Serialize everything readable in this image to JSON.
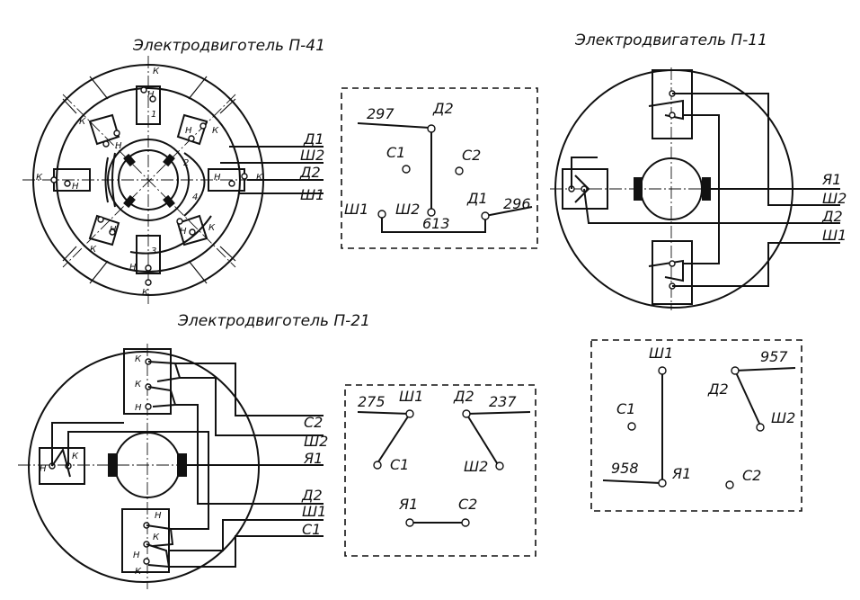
{
  "titles": {
    "p41": "Электродвиготель П-41",
    "p11": "Электродвигатель П-11",
    "p21": "Электродвиготель П-21"
  },
  "p41": {
    "leads": [
      "Д1",
      "Ш2",
      "Д2",
      "Ш1"
    ],
    "coil_marks": [
      "К",
      "Н",
      "1",
      "2",
      "3",
      "4",
      "К",
      "Н",
      "К",
      "Н",
      "К",
      "Н",
      "Н",
      "К",
      "К",
      "Н",
      "Н",
      "К",
      "К",
      "Н"
    ]
  },
  "p11": {
    "leads": [
      "Я1",
      "Ш2",
      "Д2",
      "Ш1"
    ]
  },
  "p21": {
    "leads_top": [
      "С2",
      "Ш2",
      "Я1"
    ],
    "leads_bottom": [
      "Д2",
      "Ш1",
      "С1"
    ],
    "coil_marks": [
      "К",
      "К",
      "Н",
      "Н",
      "К",
      "Н",
      "К",
      "Н",
      "К"
    ]
  },
  "box1": {
    "wire_297": "297",
    "d2": "Д2",
    "c1": "С1",
    "c2": "С2",
    "sh1": "Ш1",
    "sh2": "Ш2",
    "d1": "Д1",
    "wire_296": "296",
    "wire_613": "613"
  },
  "box2": {
    "wire_275": "275",
    "sh1": "Ш1",
    "d2": "Д2",
    "wire_237": "237",
    "c1": "С1",
    "sh2": "Ш2",
    "ya1": "Я1",
    "c2": "С2"
  },
  "box3": {
    "sh1": "Ш1",
    "wire_957": "957",
    "d2": "Д2",
    "c1": "С1",
    "sh2": "Ш2",
    "wire_958": "958",
    "ya1": "Я1",
    "c2": "С2"
  }
}
